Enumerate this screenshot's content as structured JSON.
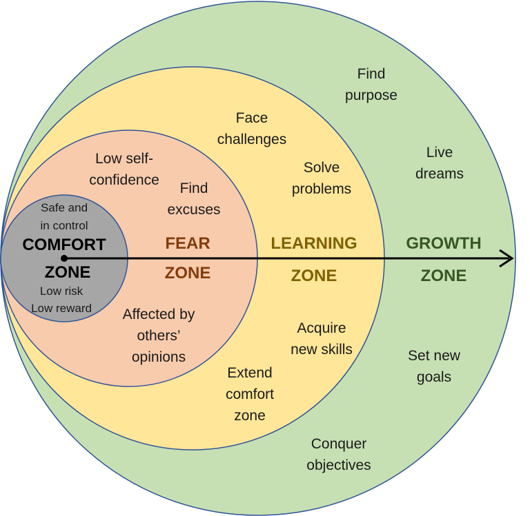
{
  "colors": {
    "growth_fill": "#c6e0b4",
    "learning_fill": "#ffe699",
    "fear_fill": "#f8cbad",
    "comfort_fill": "#a6a6a6",
    "outline": "#2f5597",
    "growth_title": "#375623",
    "learning_title": "#7f6000",
    "fear_title": "#843c0c",
    "comfort_title": "#000000",
    "arrow": "#000000"
  },
  "comfort": {
    "top1": "Safe and",
    "top2": "in control",
    "title1": "COMFORT",
    "title2": "ZONE",
    "bottom1": "Low risk",
    "bottom2": "Low reward"
  },
  "fear": {
    "title1": "FEAR",
    "title2": "ZONE",
    "item1_line1": "Low self-",
    "item1_line2": "confidence",
    "item2_line1": "Find",
    "item2_line2": "excuses",
    "item3_line1": "Affected by",
    "item3_line2": "others’",
    "item3_line3": "opinions"
  },
  "learning": {
    "title1": "LEARNING",
    "title2": "ZONE",
    "item1_line1": "Face",
    "item1_line2": "challenges",
    "item2_line1": "Solve",
    "item2_line2": "problems",
    "item3_line1": "Acquire",
    "item3_line2": "new skills",
    "item4_line1": "Extend",
    "item4_line2": "comfort",
    "item4_line3": "zone"
  },
  "growth": {
    "title1": "GROWTH",
    "title2": "ZONE",
    "item1_line1": "Find",
    "item1_line2": "purpose",
    "item2_line1": "Live",
    "item2_line2": "dreams",
    "item3_line1": "Set new",
    "item3_line2": "goals",
    "item4_line1": "Conquer",
    "item4_line2": "objectives"
  }
}
